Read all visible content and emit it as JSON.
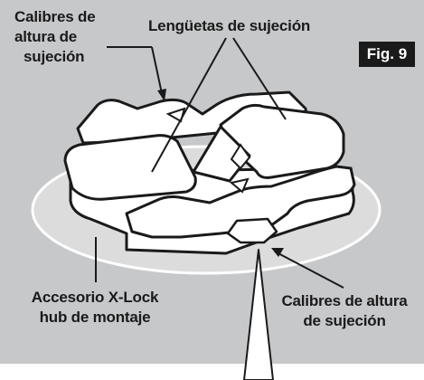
{
  "figure_label": "Fig. 9",
  "labels": {
    "top_left_line1": "Calibres de",
    "top_left_line2": "altura de",
    "top_left_line3": "sujeción",
    "top_center": "Lengüetas de sujeción",
    "bottom_left_line1": "Accesorio X-Lock",
    "bottom_left_line2": "hub de montaje",
    "bottom_right_line1": "Calibres de altura",
    "bottom_right_line2": "de sujeción"
  },
  "colors": {
    "panel_background": "#c7c8ca",
    "disc_fill": "#dcdcdc",
    "part_fill": "#ffffff",
    "outline": "#1a1a1a",
    "badge_fill": "#1a1a1a",
    "badge_text": "#ffffff"
  }
}
